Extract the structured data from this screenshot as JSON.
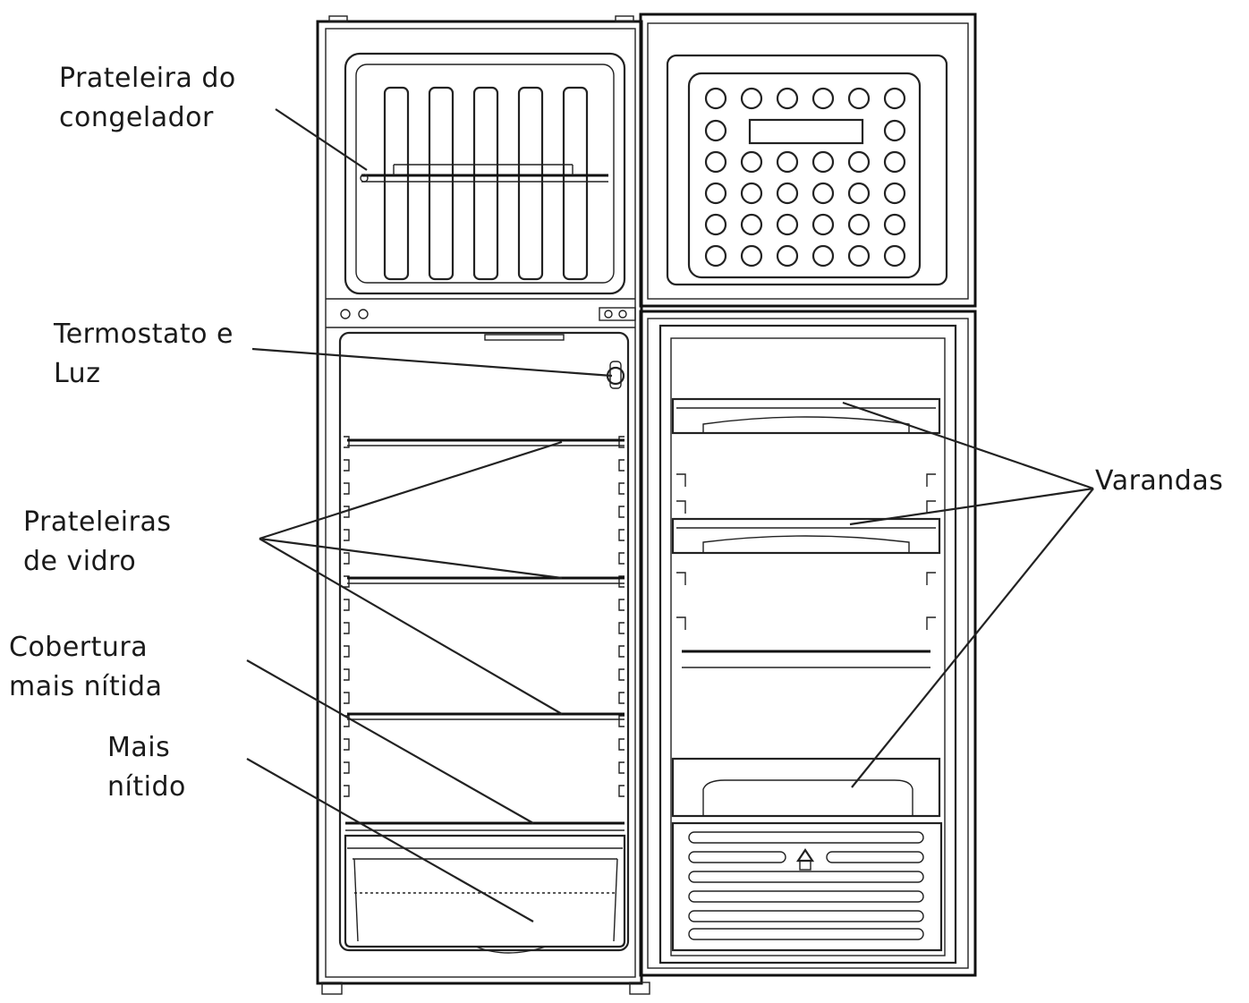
{
  "labels": {
    "freezer_shelf": [
      "Prateleira do",
      "congelador"
    ],
    "thermostat": [
      "Termostato e",
      "Luz"
    ],
    "glass_shelves": [
      "Prateleiras",
      "de vidro"
    ],
    "crisper_cover": [
      "Cobertura",
      "mais nítida"
    ],
    "crisper": [
      "Mais",
      "nítido"
    ],
    "balconies": [
      "Varandas"
    ]
  }
}
